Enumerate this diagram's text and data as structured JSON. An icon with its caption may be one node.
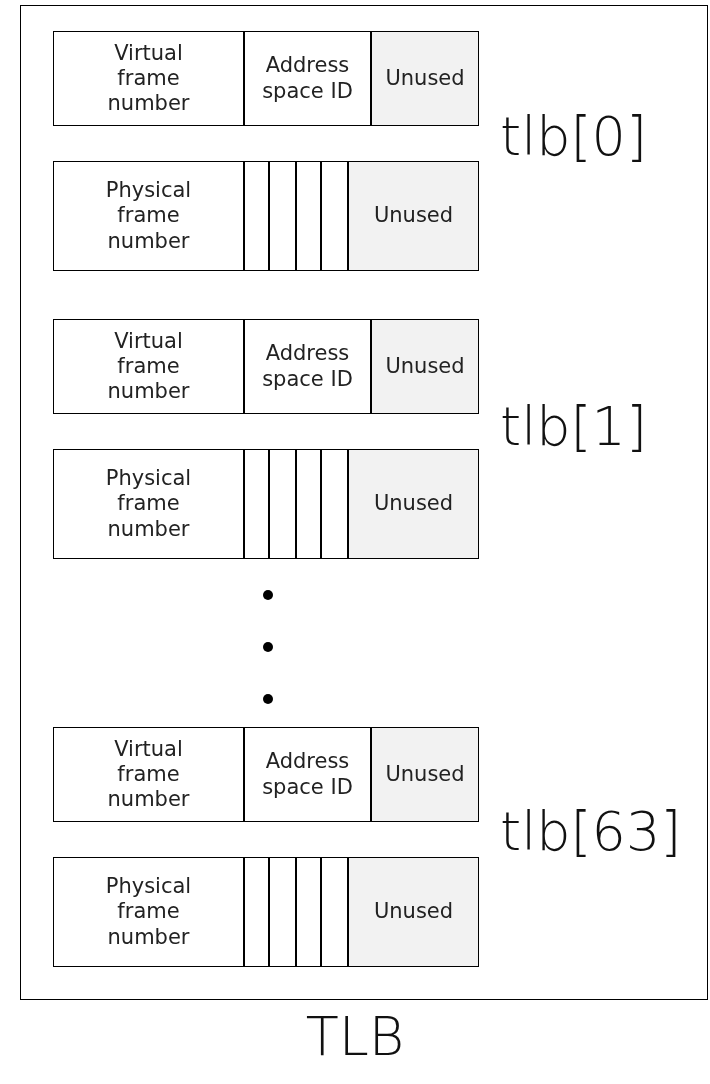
{
  "diagram": {
    "caption": "TLB",
    "nodes": [
      {
        "text": [],
        "shape": "box"
      },
      {
        "text": [
          "Virtual frame number"
        ],
        "in": 0
      },
      {
        "text": [
          "Address space ID"
        ],
        "in": 0
      },
      {
        "text": [
          "Unused"
        ],
        "in": 0
      },
      {
        "text": [
          "Physical frame number"
        ],
        "in": 0
      },
      {
        "text": [],
        "shape": "box",
        "in": 0
      },
      {
        "text": [],
        "shape": "box",
        "in": 0
      },
      {
        "text": [],
        "shape": "box",
        "in": 0
      },
      {
        "text": [],
        "shape": "box",
        "in": 0
      },
      {
        "text": [
          "Unused"
        ],
        "in": 0
      },
      {
        "text": [
          "Virtual frame number"
        ],
        "in": 0
      },
      {
        "text": [
          "Address space ID"
        ],
        "in": 0
      },
      {
        "text": [
          "Unused"
        ],
        "in": 0
      },
      {
        "text": [
          "Physical frame number"
        ],
        "in": 0
      },
      {
        "text": [],
        "shape": "box",
        "in": 0
      },
      {
        "text": [],
        "shape": "box",
        "in": 0
      },
      {
        "text": [],
        "shape": "box",
        "in": 0
      },
      {
        "text": [],
        "shape": "box",
        "in": 0
      },
      {
        "text": [
          "Unused"
        ],
        "in": 0
      },
      {
        "text": [
          "Virtual frame number"
        ],
        "in": 0
      },
      {
        "text": [
          "Address space ID"
        ],
        "in": 0
      },
      {
        "text": [
          "Unused"
        ],
        "in": 0
      },
      {
        "text": [
          "Physical frame number"
        ],
        "in": 0
      },
      {
        "text": [],
        "shape": "box",
        "in": 0
      },
      {
        "text": [],
        "shape": "box",
        "in": 0
      },
      {
        "text": [],
        "shape": "box",
        "in": 0
      },
      {
        "text": [],
        "shape": "box",
        "in": 0
      },
      {
        "text": [
          "Unused"
        ],
        "in": 0
      }
    ],
    "edges": [],
    "labels": [
      "tlb[0]",
      "tlb[1]",
      "tlb[63]"
    ]
  }
}
